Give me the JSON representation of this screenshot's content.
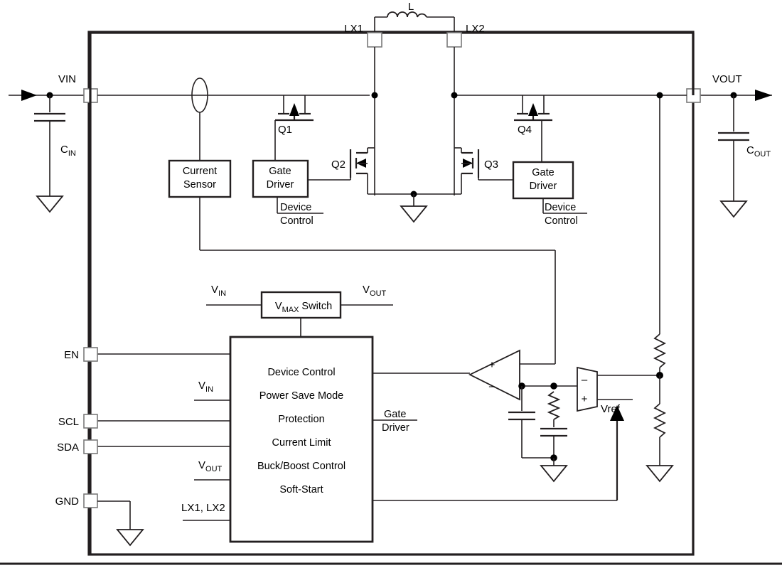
{
  "diagram": {
    "title": "Buck-Boost Converter Functional Block Diagram",
    "colors": {
      "line": "#231f20",
      "fill": "#ffffff",
      "thick": "#000000"
    }
  },
  "pins": {
    "vin": "VIN",
    "vout": "VOUT",
    "lx1": "LX1",
    "lx2": "LX2",
    "en": "EN",
    "scl": "SCL",
    "sda": "SDA",
    "gnd": "GND"
  },
  "components": {
    "cin": "C",
    "cin_sub": "IN",
    "cout": "C",
    "cout_sub": "OUT",
    "inductor": "L",
    "q1": "Q1",
    "q2": "Q2",
    "q3": "Q3",
    "q4": "Q4",
    "vref": "Vref"
  },
  "blocks": {
    "current_sensor": {
      "line1": "Current",
      "line2": "Sensor"
    },
    "gate_driver_left": {
      "line1": "Gate",
      "line2": "Driver"
    },
    "gate_driver_right": {
      "line1": "Gate",
      "line2": "Driver"
    },
    "device_control_left": {
      "line1": "Device",
      "line2": "Control"
    },
    "device_control_right": {
      "line1": "Device",
      "line2": "Control"
    },
    "vmax_switch": {
      "prefix": "V",
      "sub": "MAX",
      "suffix": " Switch"
    },
    "gate_driver_port": {
      "line1": "Gate",
      "line2": "Driver"
    },
    "control": {
      "items": [
        "Device Control",
        "Power Save Mode",
        "Protection",
        "Current Limit",
        "Buck/Boost Control",
        "Soft-Start"
      ]
    }
  },
  "signals": {
    "vmax_in": {
      "prefix": "V",
      "sub": "IN"
    },
    "vmax_out": {
      "prefix": "V",
      "sub": "OUT"
    },
    "ctrl_vin": {
      "prefix": "V",
      "sub": "IN"
    },
    "ctrl_vout": {
      "prefix": "V",
      "sub": "OUT"
    },
    "ctrl_lx": "LX1, LX2"
  }
}
